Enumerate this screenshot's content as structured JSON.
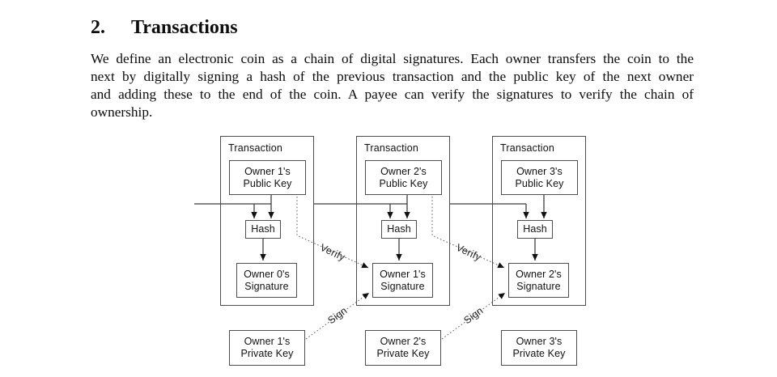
{
  "colors": {
    "background": "#ffffff",
    "text": "#0d0d0d",
    "diagram_line": "#3f3f3f",
    "dotted_line": "#6e6e6e"
  },
  "section": {
    "number": "2.",
    "title": "Transactions"
  },
  "paragraph": {
    "lines": [
      "We define an electronic coin as a chain of digital signatures.  Each owner transfers the coin to the",
      "next by digitally signing a hash of the previous transaction and the public key of the next owner",
      "and adding these to the end of the coin.  A payee can verify the signatures to verify the chain of",
      "ownership."
    ]
  },
  "diagram": {
    "transactions": [
      {
        "title": "Transaction",
        "public_key": [
          "Owner 1's",
          "Public Key"
        ],
        "hash": "Hash",
        "signature": [
          "Owner 0's",
          "Signature"
        ],
        "private_key": [
          "Owner 1's",
          "Private Key"
        ],
        "verify_label": "Verify",
        "sign_label": "Sign"
      },
      {
        "title": "Transaction",
        "public_key": [
          "Owner 2's",
          "Public Key"
        ],
        "hash": "Hash",
        "signature": [
          "Owner 1's",
          "Signature"
        ],
        "private_key": [
          "Owner 2's",
          "Private Key"
        ],
        "verify_label": "Verify",
        "sign_label": "Sign"
      },
      {
        "title": "Transaction",
        "public_key": [
          "Owner 3's",
          "Public Key"
        ],
        "hash": "Hash",
        "signature": [
          "Owner 2's",
          "Signature"
        ],
        "private_key": [
          "Owner 3's",
          "Private Key"
        ]
      }
    ]
  }
}
